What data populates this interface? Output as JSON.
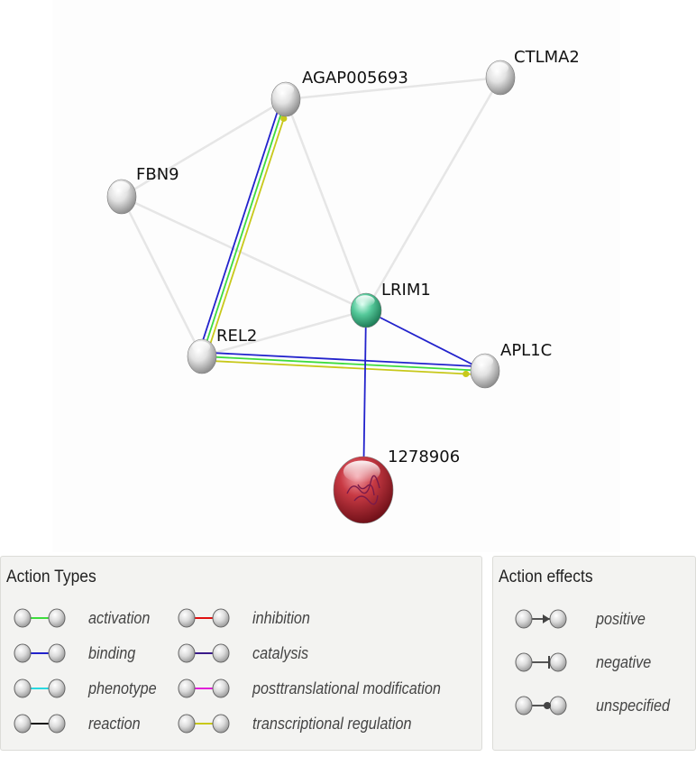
{
  "network": {
    "nodes": [
      {
        "id": "AGAP005693",
        "label": "AGAP005693",
        "color": "#d8d8d8",
        "kind": "protein"
      },
      {
        "id": "CTLMA2",
        "label": "CTLMA2",
        "color": "#d8d8d8",
        "kind": "protein"
      },
      {
        "id": "FBN9",
        "label": "FBN9",
        "color": "#d8d8d8",
        "kind": "protein"
      },
      {
        "id": "LRIM1",
        "label": "LRIM1",
        "color": "#3fbf8f",
        "kind": "query"
      },
      {
        "id": "REL2",
        "label": "REL2",
        "color": "#d8d8d8",
        "kind": "protein"
      },
      {
        "id": "APL1C",
        "label": "APL1C",
        "color": "#d8d8d8",
        "kind": "protein"
      },
      {
        "id": "1278906",
        "label": "1278906",
        "color": "#c0303a",
        "kind": "structure"
      }
    ],
    "edges": [
      {
        "from": "AGAP005693",
        "to": "CTLMA2",
        "types": [
          "none"
        ]
      },
      {
        "from": "AGAP005693",
        "to": "FBN9",
        "types": [
          "none"
        ]
      },
      {
        "from": "AGAP005693",
        "to": "LRIM1",
        "types": [
          "none"
        ]
      },
      {
        "from": "CTLMA2",
        "to": "LRIM1",
        "types": [
          "none"
        ]
      },
      {
        "from": "FBN9",
        "to": "LRIM1",
        "types": [
          "none"
        ]
      },
      {
        "from": "FBN9",
        "to": "REL2",
        "types": [
          "none"
        ]
      },
      {
        "from": "REL2",
        "to": "LRIM1",
        "types": [
          "none"
        ]
      },
      {
        "from": "REL2",
        "to": "AGAP005693",
        "types": [
          "binding",
          "activation",
          "transcriptional"
        ],
        "arrowhead": "unspecified",
        "arrow_at": "AGAP005693"
      },
      {
        "from": "REL2",
        "to": "APL1C",
        "types": [
          "binding",
          "activation",
          "transcriptional"
        ],
        "arrowhead": "unspecified",
        "arrow_at": "APL1C"
      },
      {
        "from": "LRIM1",
        "to": "APL1C",
        "types": [
          "binding"
        ]
      },
      {
        "from": "LRIM1",
        "to": "1278906",
        "types": [
          "binding"
        ]
      }
    ],
    "edge_colors": {
      "none": "#e6e6e6",
      "activation": "#3ddc3d",
      "binding": "#2222cc",
      "transcriptional": "#c8c81a"
    }
  },
  "legend": {
    "action_types": {
      "title": "Action Types",
      "items": [
        {
          "label": "activation",
          "color": "#3ddc3d"
        },
        {
          "label": "inhibition",
          "color": "#e01010"
        },
        {
          "label": "binding",
          "color": "#2222cc"
        },
        {
          "label": "catalysis",
          "color": "#3a1a8a"
        },
        {
          "label": "phenotype",
          "color": "#29d8e0"
        },
        {
          "label": "posttranslational modification",
          "color": "#e020d8"
        },
        {
          "label": "reaction",
          "color": "#111111"
        },
        {
          "label": "transcriptional regulation",
          "color": "#c8c81a"
        }
      ]
    },
    "action_effects": {
      "title": "Action effects",
      "items": [
        {
          "label": "positive",
          "marker": "arrow"
        },
        {
          "label": "negative",
          "marker": "bar"
        },
        {
          "label": "unspecified",
          "marker": "dot"
        }
      ]
    }
  }
}
